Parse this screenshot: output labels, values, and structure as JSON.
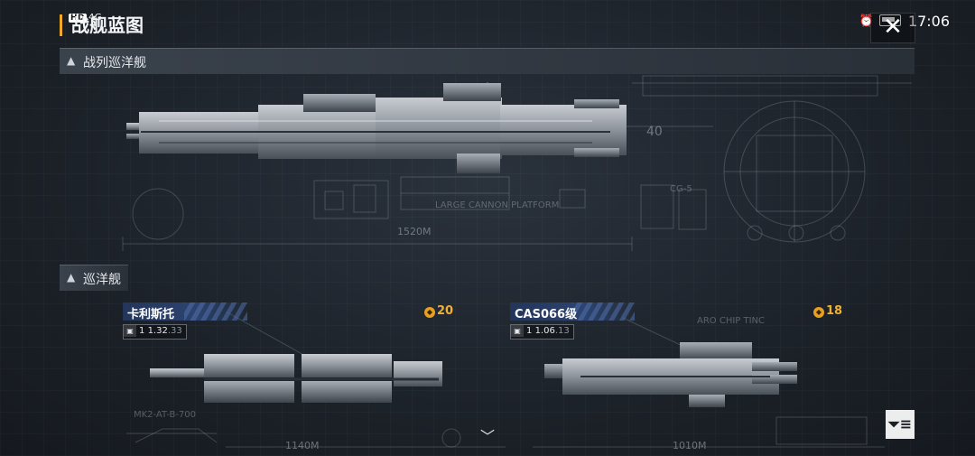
{
  "status": {
    "left": "HD 4G",
    "time": "17:06"
  },
  "page": {
    "title": "战舰蓝图",
    "close_icon": "close-icon"
  },
  "sections": {
    "battle_cruiser": {
      "label": "战列巡洋舰",
      "icon": "ship-class-icon"
    },
    "cruiser": {
      "label": "巡洋舰",
      "icon": "ship-class-icon"
    }
  },
  "battle_cruiser_ship": {
    "length_label": "1520M",
    "scale_label": "40"
  },
  "ships": [
    {
      "name": "卡利斯托",
      "stat_prefix": "1",
      "stat_main": "1.32",
      "stat_sub": ".33",
      "cost": "20",
      "length_label": "1140M"
    },
    {
      "name": "CAS066级",
      "stat_prefix": "1",
      "stat_main": "1.06",
      "stat_sub": ".13",
      "cost": "18",
      "length_label": "1010M"
    }
  ],
  "colors": {
    "accent": "#f0a828",
    "cost": "#f1b02e",
    "name_plate": "#2c4470"
  }
}
